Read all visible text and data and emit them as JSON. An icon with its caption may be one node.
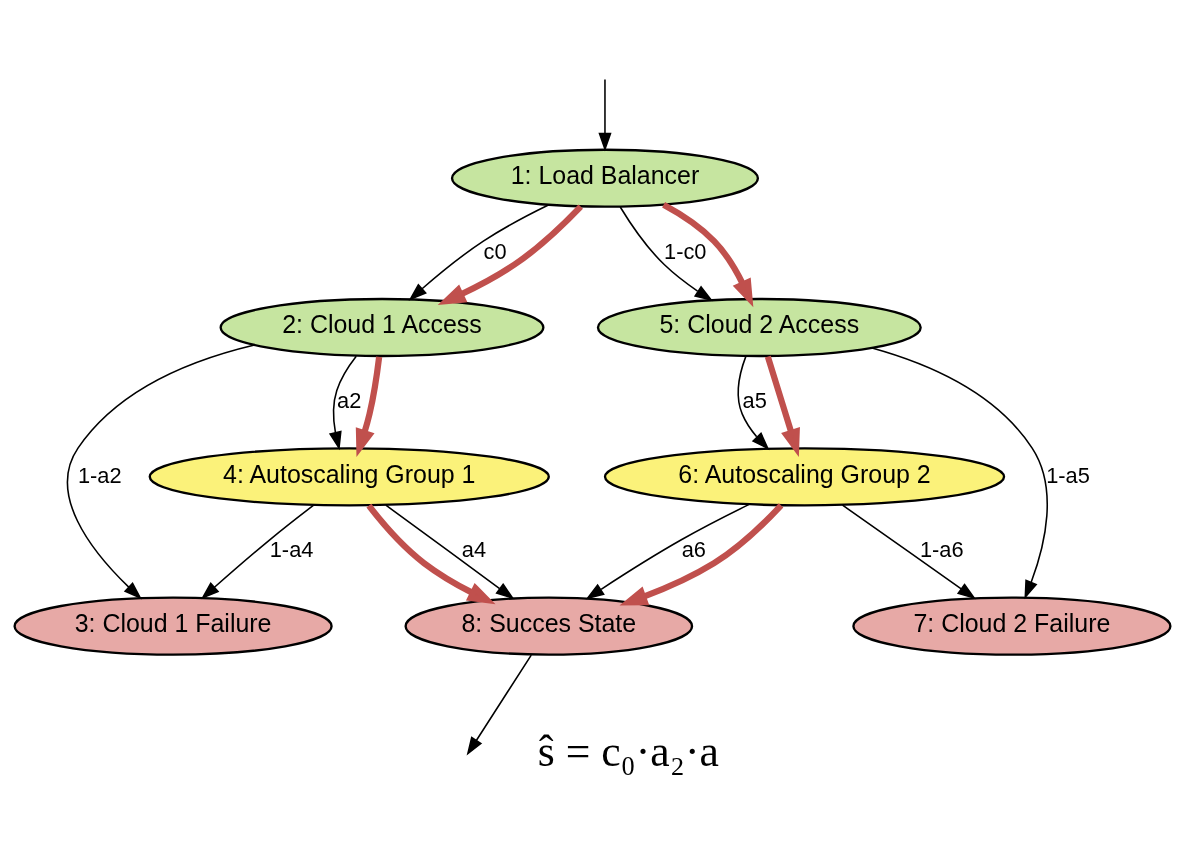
{
  "diagram": {
    "nodes": [
      {
        "text": [
          "1: Load Balancer"
        ]
      },
      {
        "text": [
          "2: Cloud 1 Access"
        ]
      },
      {
        "text": [
          "5: Cloud 2 Access"
        ]
      },
      {
        "text": [
          "4: Autoscaling Group 1"
        ]
      },
      {
        "text": [
          "6: Autoscaling Group 2"
        ]
      },
      {
        "text": [
          "3: Cloud 1 Failure"
        ]
      },
      {
        "text": [
          "7: Cloud 2 Failure"
        ]
      },
      {
        "text": [
          "8: Succes State"
        ]
      }
    ],
    "edges": [
      {
        "from": null,
        "to": 0,
        "arrow": "to"
      },
      {
        "from": 0,
        "to": 1,
        "arrow": "to",
        "label": "c0"
      },
      {
        "from": 0,
        "to": 2,
        "arrow": "to",
        "label": "1-c0"
      },
      {
        "from": 1,
        "to": 3,
        "arrow": "to",
        "label": "a2"
      },
      {
        "from": 1,
        "to": 5,
        "arrow": "to",
        "label": "1-a2"
      },
      {
        "from": 2,
        "to": 4,
        "arrow": "to",
        "label": "a5"
      },
      {
        "from": 2,
        "to": 6,
        "arrow": "to",
        "label": "1-a5"
      },
      {
        "from": 3,
        "to": 5,
        "arrow": "to",
        "label": "1-a4"
      },
      {
        "from": 3,
        "to": 7,
        "arrow": "to",
        "label": "a4"
      },
      {
        "from": 4,
        "to": 7,
        "arrow": "to",
        "label": "a6"
      },
      {
        "from": 4,
        "to": 6,
        "arrow": "to",
        "label": "1-a6"
      },
      {
        "from": 7,
        "to": null,
        "arrow": "to"
      },
      {
        "from": 0,
        "to": 1,
        "arrow": "to",
        "style": "thick",
        "color": "#c0504d"
      },
      {
        "from": 0,
        "to": 2,
        "arrow": "to",
        "style": "thick",
        "color": "#c0504d"
      },
      {
        "from": 1,
        "to": 3,
        "arrow": "to",
        "style": "thick",
        "color": "#c0504d"
      },
      {
        "from": 2,
        "to": 4,
        "arrow": "to",
        "style": "thick",
        "color": "#c0504d"
      },
      {
        "from": 3,
        "to": 7,
        "arrow": "to",
        "style": "thick",
        "color": "#c0504d"
      },
      {
        "from": 4,
        "to": 7,
        "arrow": "to",
        "style": "thick",
        "color": "#c0504d"
      }
    ],
    "labels": [
      "ŝ = c₀·a₂·a"
    ]
  }
}
